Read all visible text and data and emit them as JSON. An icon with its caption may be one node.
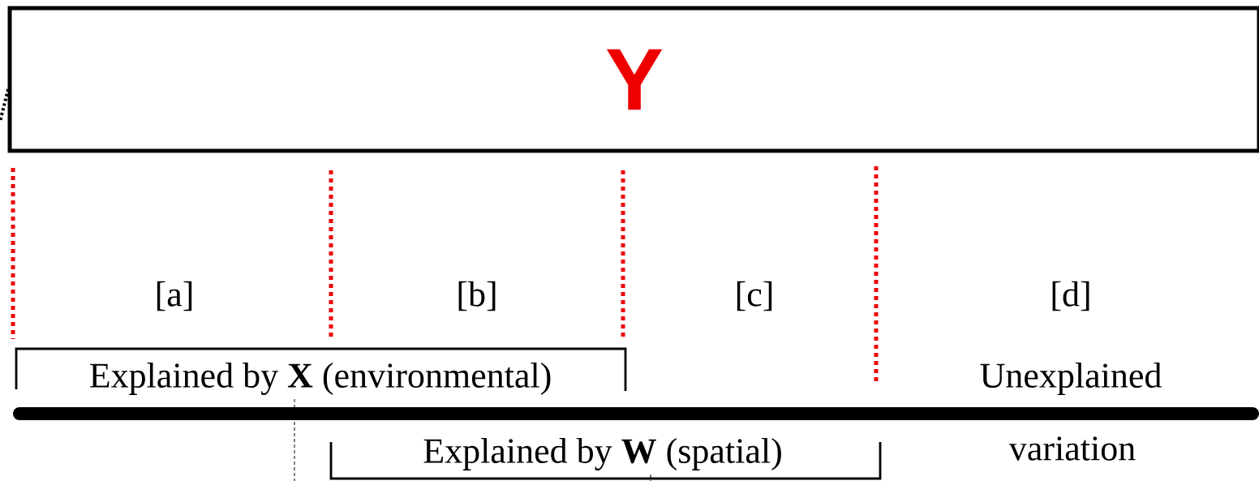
{
  "diagram": {
    "nodes": [
      {
        "text": [
          "Y"
        ]
      }
    ],
    "labels": [
      "[a]",
      "[b]",
      "[c]",
      "[d]",
      "Explained by **X** (environmental)",
      "Unexplained",
      "Explained by **W** (spatial)",
      "variation"
    ]
  }
}
